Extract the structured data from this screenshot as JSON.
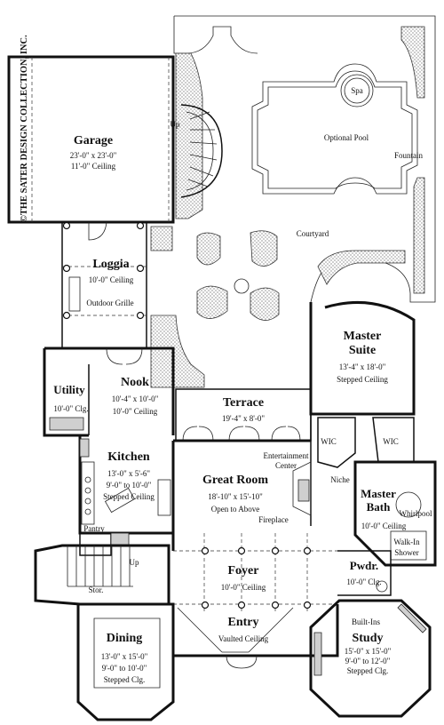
{
  "copyright": "©THE SATER DESIGN COLLECTION, INC.",
  "rooms": {
    "garage": {
      "name": "Garage",
      "dims": "23'-0\" x 23'-0\"",
      "ceiling": "11'-0\" Ceiling"
    },
    "loggia": {
      "name": "Loggia",
      "ceiling": "10'-0\" Ceiling",
      "note": "Outdoor Grille"
    },
    "nook": {
      "name": "Nook",
      "dims": "10'-4\" x 10'-0\"",
      "ceiling": "10'-0\" Ceiling"
    },
    "utility": {
      "name": "Utility",
      "ceiling": "10'-0\" Clg."
    },
    "terrace": {
      "name": "Terrace",
      "dims": "19'-4\" x 8'-0\""
    },
    "master_suite": {
      "name_line1": "Master",
      "name_line2": "Suite",
      "dims": "13'-4\" x 18'-0\"",
      "ceiling": "Stepped Ceiling"
    },
    "kitchen": {
      "name": "Kitchen",
      "dims": "13'-0\" x 5'-6\"",
      "ceiling": "9'-0\" to 10'-0\"",
      "ceiling2": "Stepped Ceiling"
    },
    "great_room": {
      "name": "Great Room",
      "dims": "18'-10\" x 15'-10\"",
      "ceiling": "Open to Above"
    },
    "master_bath": {
      "name_line1": "Master",
      "name_line2": "Bath",
      "ceiling": "10'-0\" Ceiling"
    },
    "pwdr": {
      "name": "Pwdr.",
      "ceiling": "10'-0\" Clg."
    },
    "foyer": {
      "name": "Foyer",
      "ceiling": "10'-0\" Ceiling"
    },
    "entry": {
      "name": "Entry",
      "ceiling": "Vaulted Ceiling"
    },
    "dining": {
      "name": "Dining",
      "dims": "13'-0\" x 15'-0\"",
      "ceiling": "9'-0\" to 10'-0\"",
      "ceiling2": "Stepped Clg."
    },
    "study": {
      "name": "Study",
      "dims": "15'-0\" x 15'-0\"",
      "ceiling": "9'-0\" to 12'-0\"",
      "ceiling2": "Stepped Clg."
    }
  },
  "labels": {
    "spa": "Spa",
    "optional_pool": "Optional Pool",
    "fountain": "Fountain",
    "courtyard": "Courtyard",
    "up_top": "Up",
    "up_bottom": "Up",
    "wic1": "WIC",
    "wic2": "WIC",
    "entertainment_line1": "Entertainment",
    "entertainment_line2": "Center",
    "niche": "Niche",
    "fireplace": "Fireplace",
    "whirlpool": "Whirlpool",
    "walk_in_line1": "Walk-In",
    "walk_in_line2": "Shower",
    "pantry": "Pantry",
    "stor": "Stor.",
    "built_ins": "Built-Ins"
  }
}
